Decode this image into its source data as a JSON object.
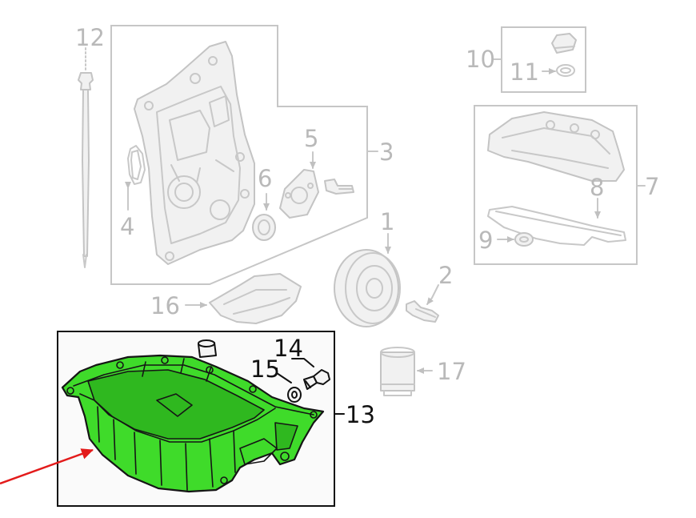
{
  "callouts": {
    "c1": "1",
    "c2": "2",
    "c3": "3",
    "c4": "4",
    "c5": "5",
    "c6": "6",
    "c7": "7",
    "c8": "8",
    "c9": "9",
    "c10": "10",
    "c11": "11",
    "c12": "12",
    "c13": "13",
    "c14": "14",
    "c15": "15",
    "c16": "16",
    "c17": "17"
  },
  "colors": {
    "highlight_part": "#3fdb2a",
    "pointer_arrow": "#e31b1b",
    "inactive_parts": "#c8c8c8",
    "active_box": "#111111"
  },
  "highlighted_part": "13"
}
